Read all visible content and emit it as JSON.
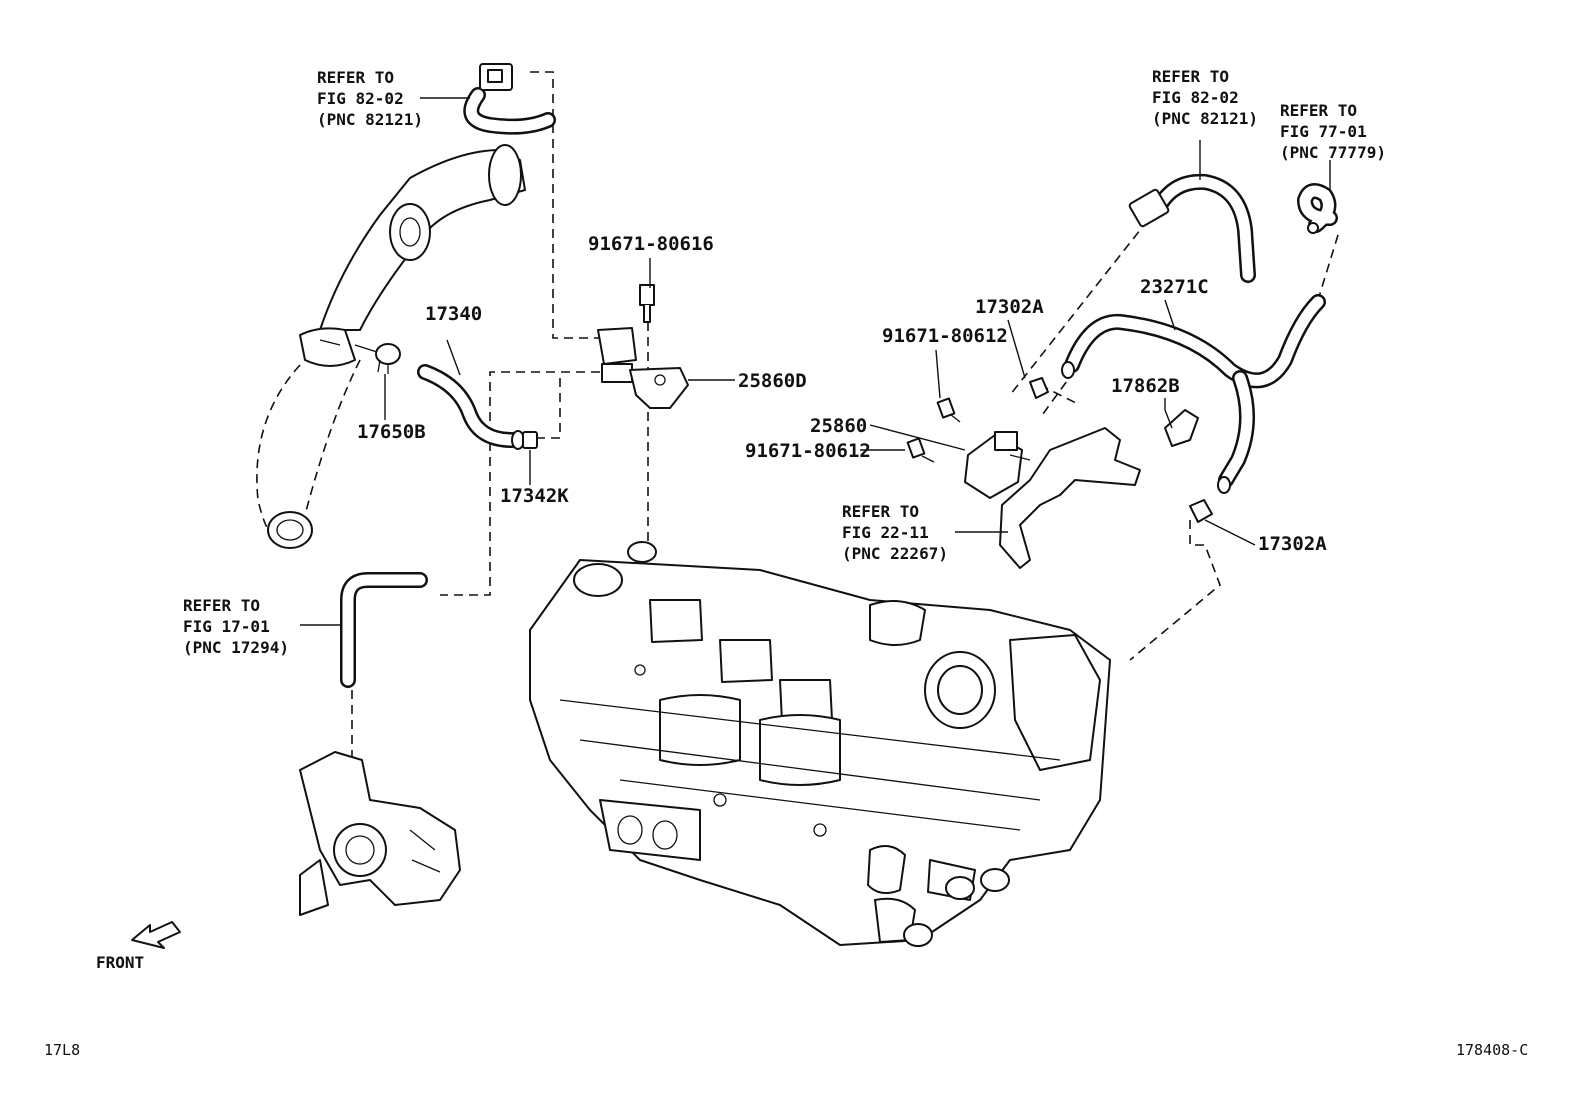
{
  "part_labels": {
    "p1": "91671-80616",
    "p2": "17340",
    "p3": "25860D",
    "p4": "17650B",
    "p5": "17342K",
    "p6": "17302A",
    "p7": "23271C",
    "p8": "91671-80612",
    "p9": "17862B",
    "p10": "25860",
    "p11": "91671-80612",
    "p12": "17302A"
  },
  "refer_notes": {
    "r1": [
      "REFER TO",
      "FIG 82-02",
      "(PNC 82121)"
    ],
    "r2": [
      "REFER TO",
      "FIG 82-02",
      "(PNC 82121)"
    ],
    "r3": [
      "REFER TO",
      "FIG 77-01",
      "(PNC 77779)"
    ],
    "r4": [
      "REFER TO",
      "FIG 22-11",
      "(PNC 22267)"
    ],
    "r5": [
      "REFER TO",
      "FIG 17-01",
      "(PNC 17294)"
    ]
  },
  "front_label": "FRONT",
  "corner_left": "17L8",
  "corner_right": "178408-C"
}
